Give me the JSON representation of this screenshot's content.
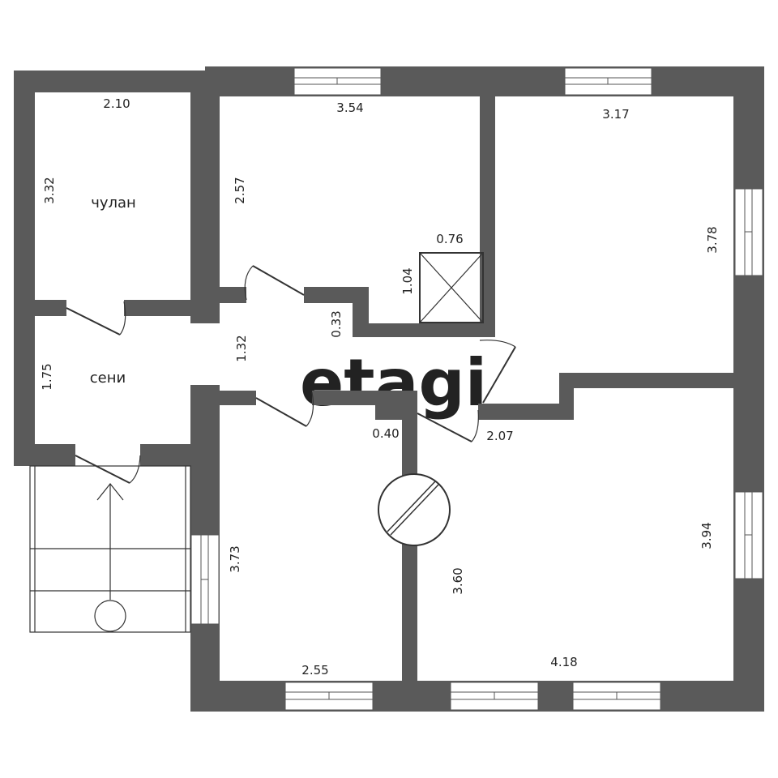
{
  "watermark": "etagi",
  "colors": {
    "wall": "#5a5a5a",
    "background": "#ffffff"
  },
  "rooms": {
    "chulan": "чулан",
    "seni": "сени"
  },
  "dimensions": {
    "chulan_width": "2.10",
    "chulan_height": "3.32",
    "room_top_middle_width": "3.54",
    "room_top_middle_height": "2.57",
    "shaft_width": "0.76",
    "shaft_height": "1.04",
    "corridor_step": "0.33",
    "room_top_right_width": "3.17",
    "room_top_right_height": "3.78",
    "seni_height": "1.75",
    "hall_height": "1.32",
    "partition_gap": "0.40",
    "corridor_width": "2.07",
    "room_bottom_left_height": "3.73",
    "room_bottom_left_width": "2.55",
    "room_bottom_right_inner": "3.60",
    "room_bottom_right_height": "3.94",
    "room_bottom_right_width": "4.18"
  },
  "icons": {
    "shaft": "ventilation-shaft-icon",
    "stove": "stove-icon",
    "stairs": "staircase-icon"
  }
}
